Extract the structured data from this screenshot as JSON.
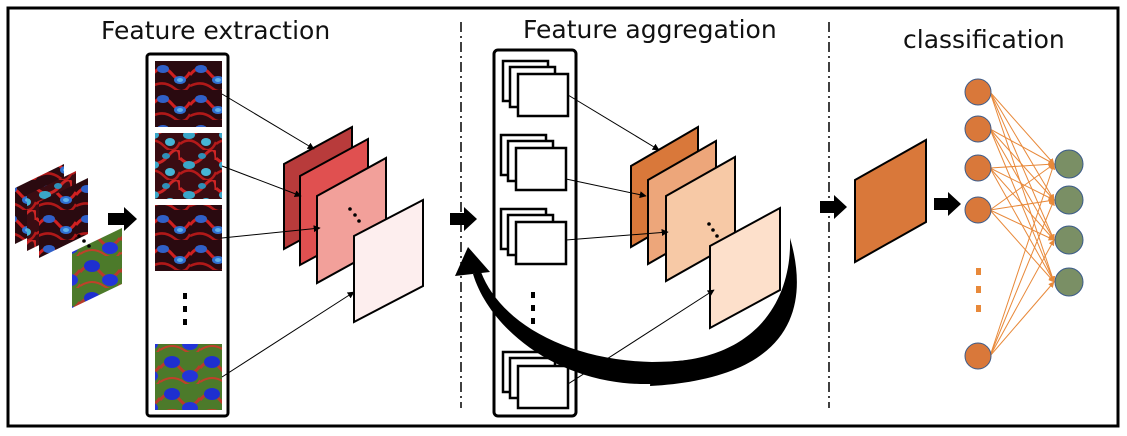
{
  "sections": {
    "extraction": "Feature extraction",
    "aggregation": "Feature aggregation",
    "classification": "classification"
  },
  "colors": {
    "red_dark": "#b83b3b",
    "red_mid": "#e05050",
    "red_light": "#f2a09a",
    "red_pale": "#fdeeee",
    "orange_dark": "#d9783a",
    "orange_mid": "#eda67a",
    "orange_light": "#f7c9a6",
    "orange_pale": "#fde0cb",
    "input_node": "#d9783a",
    "output_node": "#7a8f65",
    "edge": "#e8893a",
    "feedback_arrow": "#000000"
  },
  "icons": [
    "arrow-icon",
    "feedback-arrow-icon",
    "ellipsis-icon"
  ]
}
